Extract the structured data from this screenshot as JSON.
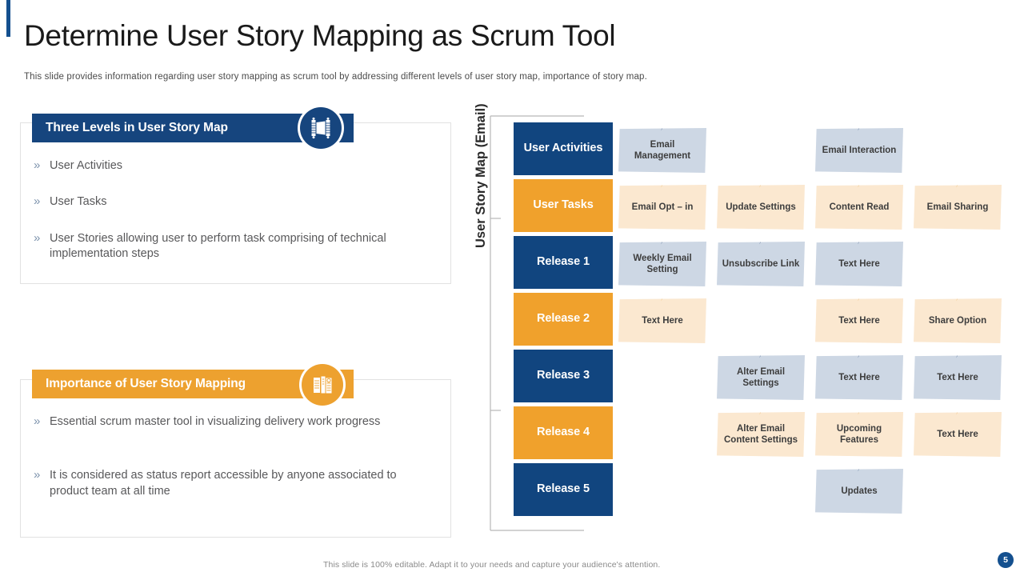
{
  "header": {
    "title": "Determine User Story Mapping as Scrum Tool",
    "subtitle": "This slide provides  information  regarding  user story mapping  as scrum tool by addressing  different  levels  of user story map,  importance  of story map."
  },
  "panels": [
    {
      "heading": "Three Levels in User Story Map",
      "icon": "book-icon",
      "color": "#16457e",
      "bullets": [
        "User Activities",
        "User Tasks",
        "User Stories allowing user to perform task comprising of technical implementation steps"
      ]
    },
    {
      "heading": "Importance of User Story Mapping",
      "icon": "documents-icon",
      "color": "#eda12f",
      "bullets": [
        "Essential scrum master tool in visualizing  delivery  work progress",
        "It is considered as status report accessible by anyone  associated to product team at all time"
      ]
    }
  ],
  "story_map": {
    "axis_label": "User Story Map (Email)",
    "rows": [
      {
        "label": "User Activities",
        "style": "blue"
      },
      {
        "label": "User Tasks",
        "style": "orange"
      },
      {
        "label": "Release 1",
        "style": "blue"
      },
      {
        "label": "Release 2",
        "style": "orange"
      },
      {
        "label": "Release 3",
        "style": "blue"
      },
      {
        "label": "Release 4",
        "style": "orange"
      },
      {
        "label": "Release 5",
        "style": "blue"
      }
    ],
    "notes": [
      {
        "row": 0,
        "col": 0,
        "text": "Email Management",
        "style": "blue"
      },
      {
        "row": 0,
        "col": 2,
        "text": "Email Interaction",
        "style": "blue"
      },
      {
        "row": 1,
        "col": 0,
        "text": "Email Opt – in",
        "style": "cream"
      },
      {
        "row": 1,
        "col": 1,
        "text": "Update  Settings",
        "style": "cream"
      },
      {
        "row": 1,
        "col": 2,
        "text": "Content  Read",
        "style": "cream"
      },
      {
        "row": 1,
        "col": 3,
        "text": "Email  Sharing",
        "style": "cream"
      },
      {
        "row": 2,
        "col": 0,
        "text": "Weekly Email Setting",
        "style": "blue"
      },
      {
        "row": 2,
        "col": 1,
        "text": "Unsubscribe Link",
        "style": "blue"
      },
      {
        "row": 2,
        "col": 2,
        "text": "Text Here",
        "style": "blue"
      },
      {
        "row": 3,
        "col": 0,
        "text": "Text Here",
        "style": "cream"
      },
      {
        "row": 3,
        "col": 2,
        "text": "Text Here",
        "style": "cream"
      },
      {
        "row": 3,
        "col": 3,
        "text": "Share Option",
        "style": "cream"
      },
      {
        "row": 4,
        "col": 1,
        "text": "Alter Email Settings",
        "style": "blue"
      },
      {
        "row": 4,
        "col": 2,
        "text": "Text Here",
        "style": "blue"
      },
      {
        "row": 4,
        "col": 3,
        "text": "Text Here",
        "style": "blue"
      },
      {
        "row": 5,
        "col": 1,
        "text": "Alter Email Content  Settings",
        "style": "cream"
      },
      {
        "row": 5,
        "col": 2,
        "text": "Upcoming Features",
        "style": "cream"
      },
      {
        "row": 5,
        "col": 3,
        "text": "Text Here",
        "style": "cream"
      },
      {
        "row": 6,
        "col": 2,
        "text": "Updates",
        "style": "blue"
      }
    ]
  },
  "footer": {
    "note": "This slide is 100% editable. Adapt it to your needs and capture your audience's attention.",
    "page_number": "5"
  }
}
